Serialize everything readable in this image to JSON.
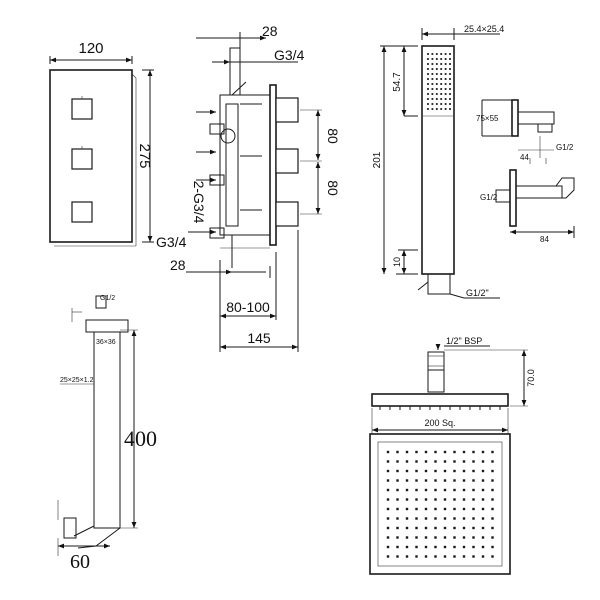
{
  "colors": {
    "line": "#1a1a1a",
    "background": "#ffffff"
  },
  "valve_front": {
    "width": "120",
    "height": "275"
  },
  "valve_side": {
    "top_depth": "28",
    "top_thread": "G3/4",
    "outlet_thread": "2-G3/4",
    "inlet_thread": "G3/4",
    "bottom_depth": "28",
    "spacing_a": "80",
    "spacing_b": "80",
    "install_depth": "80-100",
    "overall_depth": "145"
  },
  "hand_shower": {
    "head_size": "25.4×25.4",
    "head_length": "54.7",
    "total_length": "201",
    "base_height": "10",
    "thread": "G1/2\""
  },
  "wall_outlet": {
    "plate_size": "75×55",
    "depth": "44",
    "thread": "G1/2"
  },
  "holder": {
    "thread": "G1/2",
    "depth": "84"
  },
  "riser_rail": {
    "top_note": "G1/2",
    "section_note": "36×36",
    "tube_note": "25×25×1.2",
    "length": "400",
    "offset": "60"
  },
  "shower_head": {
    "inlet": "1/2\" BSP",
    "height": "70.0",
    "size": "200 Sq."
  }
}
